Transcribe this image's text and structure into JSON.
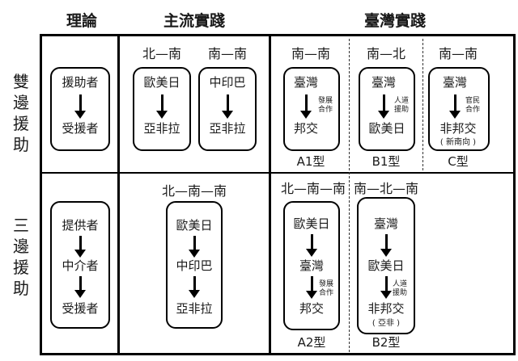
{
  "headers": {
    "theory": "理論",
    "mainstream": "主流實踐",
    "taiwan": "臺灣實踐"
  },
  "rows": {
    "bilateral": "雙邊援助",
    "trilateral": "三邊援助"
  },
  "bilateral": {
    "theory": {
      "top": "援助者",
      "bottom": "受援者"
    },
    "mainstream": [
      {
        "label": "北—南",
        "top": "歐美日",
        "bottom": "亞非拉"
      },
      {
        "label": "南—南",
        "top": "中印巴",
        "bottom": "亞非拉"
      }
    ],
    "taiwan": [
      {
        "label": "南—南",
        "top": "臺灣",
        "bottom": "邦交",
        "note": "發展\n合作",
        "sub": "",
        "type": "A1型"
      },
      {
        "label": "南—北",
        "top": "臺灣",
        "bottom": "歐美日",
        "note": "人道\n援助",
        "sub": "",
        "type": "B1型"
      },
      {
        "label": "南—南",
        "top": "臺灣",
        "bottom": "非邦交",
        "note": "官民\n合作",
        "sub": "( 新南向 )",
        "type": "C型"
      }
    ]
  },
  "trilateral": {
    "theory": {
      "top": "提供者",
      "mid": "中介者",
      "bottom": "受援者"
    },
    "mainstream": {
      "label": "北—南—南",
      "top": "歐美日",
      "mid": "中印巴",
      "bottom": "亞非拉"
    },
    "taiwan": [
      {
        "label": "北—南—南",
        "top": "歐美日",
        "mid": "臺灣",
        "bottom": "邦交",
        "note": "發展\n合作",
        "sub": "",
        "type": "A2型"
      },
      {
        "label": "南—北—南",
        "top": "臺灣",
        "mid": "歐美日",
        "bottom": "非邦交",
        "note": "人道\n援助",
        "sub": "( 亞非 )",
        "type": "B2型"
      }
    ]
  }
}
